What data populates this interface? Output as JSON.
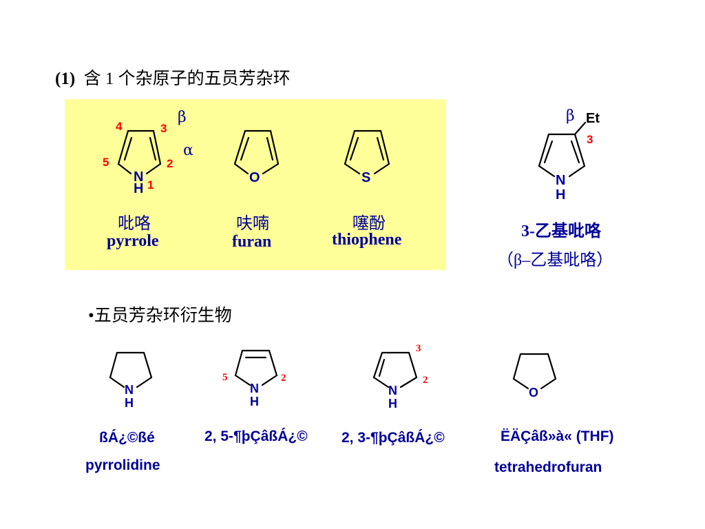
{
  "heading": {
    "prefix": "(1)",
    "text": "含 1 个杂原子的五员芳杂环"
  },
  "panel_compounds": [
    {
      "cn": "吡咯",
      "en": "pyrrole",
      "atom": "N",
      "h": "H"
    },
    {
      "cn": "呋喃",
      "en": "furan",
      "atom": "O"
    },
    {
      "cn": "噻酚",
      "en": "thiophene",
      "atom": "S"
    }
  ],
  "pyrrole_numbers": [
    "1",
    "2",
    "3",
    "4",
    "5"
  ],
  "greek": {
    "beta": "β",
    "alpha": "α"
  },
  "ethylpyrrole": {
    "substituent": "Et",
    "position": "3",
    "greek": "β",
    "atom": "N",
    "h": "H",
    "name1": "3-乙基吡咯",
    "name2": "（β–乙基吡咯）"
  },
  "derivatives_heading": "•五员芳杂环衍生物",
  "derivatives": [
    {
      "atom": "N",
      "h": "H",
      "name1": "ßÁ¿©ßé",
      "name2": "pyrrolidine"
    },
    {
      "atom": "N",
      "h": "H",
      "nums": [
        "5",
        "2"
      ],
      "name1": "2, 5-¶þÇâßÁ¿©"
    },
    {
      "atom": "N",
      "h": "H",
      "nums": [
        "3",
        "2"
      ],
      "name1": "2, 3-¶þÇâßÁ¿©"
    },
    {
      "atom": "O",
      "name1": "ËÄÇâß»à« (THF)",
      "name2": "tetrahedrofuran"
    }
  ]
}
